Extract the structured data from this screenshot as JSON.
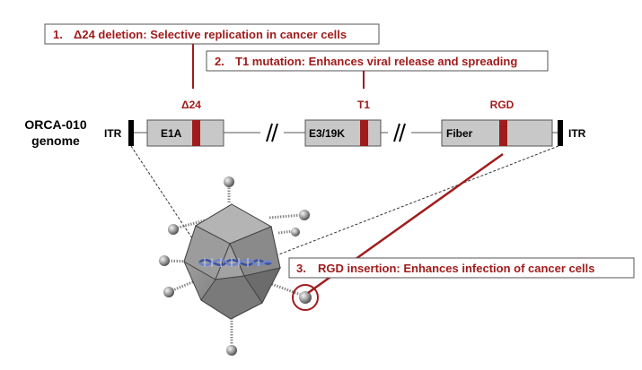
{
  "genome": {
    "title_line1": "ORCA-010",
    "title_line2": "genome",
    "itr_left": "ITR",
    "itr_right": "ITR",
    "genes": {
      "e1a": "E1A",
      "e3": "E3/19K",
      "fiber": "Fiber"
    },
    "markers": {
      "delta24": "Δ24",
      "t1": "T1",
      "rgd": "RGD"
    }
  },
  "annotations": {
    "a1": {
      "number": "1.",
      "text": "Δ24 deletion: Selective replication in cancer cells"
    },
    "a2": {
      "number": "2.",
      "text": "T1 mutation: Enhances viral release and spreading"
    },
    "a3": {
      "number": "3.",
      "text": "RGD insertion: Enhances infection of cancer cells"
    }
  },
  "colors": {
    "accent": "#a01c1c",
    "gene_box": "#c8c8c8",
    "capsid": "#8e8e8e",
    "dna": "#3a4fa0"
  }
}
